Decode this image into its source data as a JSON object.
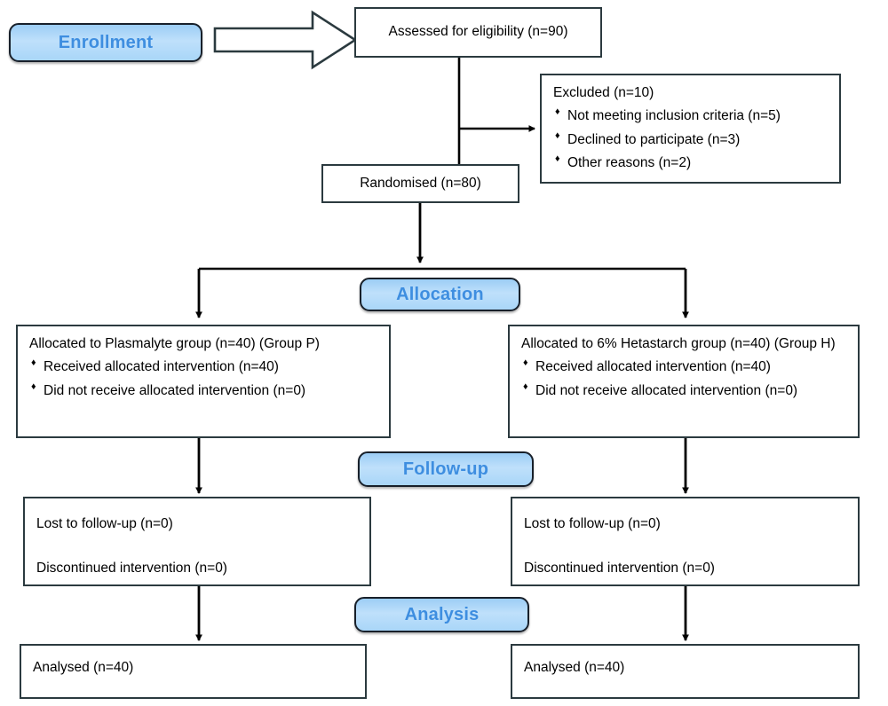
{
  "diagram": {
    "type": "consort-flow-diagram",
    "colors": {
      "pill_fill_top": "#9ccdf5",
      "pill_fill_bottom": "#a9d6f8",
      "pill_text": "#3e8ee0",
      "pill_border": "#18202a",
      "box_border": "#2b3a3f",
      "box_fill": "#ffffff",
      "connector": "#000000"
    },
    "stages": [
      {
        "key": "enrollment",
        "label": "Enrollment"
      },
      {
        "key": "allocation",
        "label": "Allocation"
      },
      {
        "key": "followup",
        "label": "Follow-up"
      },
      {
        "key": "analysis",
        "label": "Analysis"
      }
    ],
    "nodes": {
      "assessed": {
        "title": "Assessed for eligibility (n=90)"
      },
      "excluded": {
        "title": "Excluded (n=10)",
        "bullets": [
          "Not meeting inclusion criteria (n=5)",
          "Declined to participate (n=3)",
          "Other reasons (n=2)"
        ]
      },
      "randomised": {
        "title": "Randomised (n=80)"
      },
      "allocated_left": {
        "title": "Allocated to Plasmalyte group (n=40) (Group P)",
        "bullets": [
          "Received allocated intervention (n=40)",
          "Did not receive allocated intervention (n=0)"
        ]
      },
      "allocated_right": {
        "title": "Allocated to 6% Hetastarch group (n=40) (Group H)",
        "bullets": [
          "Received allocated intervention (n=40)",
          "Did not receive allocated intervention (n=0)"
        ]
      },
      "followup_left": {
        "line1": "Lost to follow-up (n=0)",
        "line2": "Discontinued intervention (n=0)"
      },
      "followup_right": {
        "line1": "Lost to follow-up (n=0)",
        "line2": "Discontinued intervention (n=0)"
      },
      "analysed_left": {
        "title": "Analysed (n=40)"
      },
      "analysed_right": {
        "title": "Analysed (n=40)"
      }
    }
  }
}
